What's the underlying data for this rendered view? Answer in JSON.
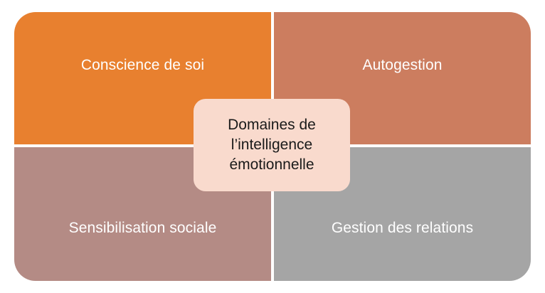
{
  "diagram": {
    "type": "2x2-matrix",
    "background_color": "#FFFFFF",
    "center": {
      "text": "Domaines de l’intelligence émotionnelle",
      "line1": "Domaines de",
      "line2": "l’intelligence",
      "line3": "émotionnelle",
      "fill_color": "#F9DACD",
      "text_color": "#1A1A1A"
    },
    "quadrants": [
      {
        "id": "self-awareness",
        "position": "top-left",
        "label": "Conscience de soi",
        "fill_color": "#E8802F",
        "text_color": "#FFFFFF"
      },
      {
        "id": "self-management",
        "position": "top-right",
        "label": "Autogestion",
        "fill_color": "#CC7D5F",
        "text_color": "#FFFFFF"
      },
      {
        "id": "social-awareness",
        "position": "bottom-left",
        "label": "Sensibilisation sociale",
        "fill_color": "#B48B85",
        "text_color": "#FFFFFF"
      },
      {
        "id": "relationship-management",
        "position": "bottom-right",
        "label": "Gestion des relations",
        "fill_color": "#A5A5A5",
        "text_color": "#FFFFFF"
      }
    ]
  }
}
